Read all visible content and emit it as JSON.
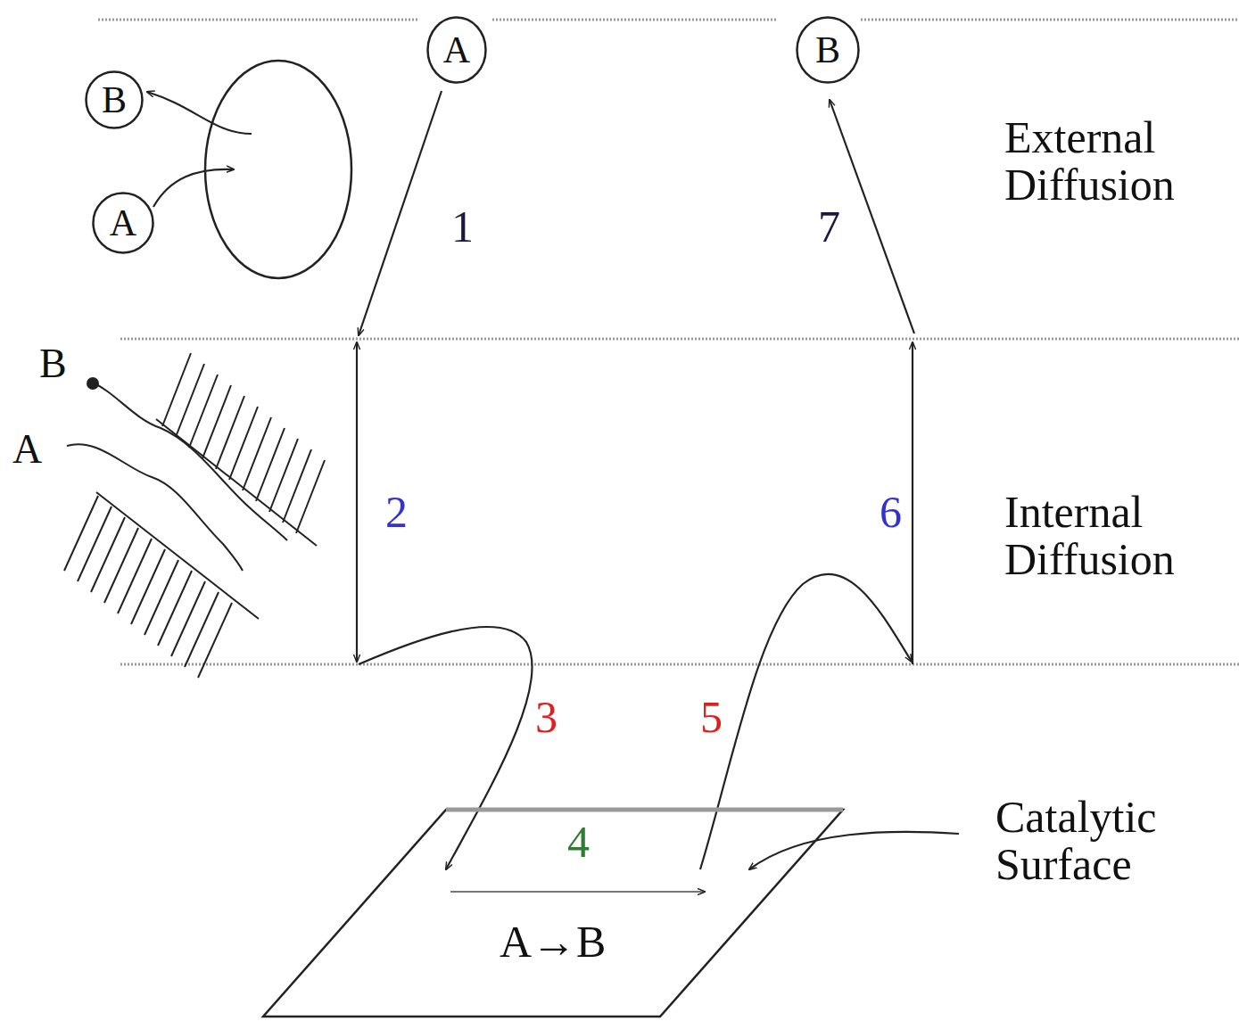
{
  "diagram": {
    "nodes": [
      {
        "text": [
          "A"
        ]
      },
      {
        "text": [
          "B"
        ]
      },
      {
        "text": [
          "B"
        ]
      },
      {
        "text": [
          "A"
        ]
      }
    ],
    "labels": [
      "1",
      "7",
      "External Diffusion",
      "B",
      "A",
      "2",
      "6",
      "Internal Diffusion",
      "3",
      "5",
      "4",
      "Catalytic Surface",
      "A→B"
    ]
  }
}
